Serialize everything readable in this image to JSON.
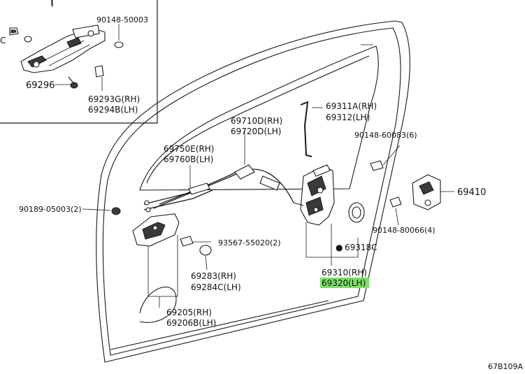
{
  "diagram_code": "67B109A",
  "labels": {
    "p90148_50003": "90148-50003",
    "p69296": "69296",
    "p69293g": "69293G(RH)",
    "p69294b": "69294B(LH)",
    "p69311a": "69311A(RH)",
    "p69312": "69312(LH)",
    "p69710d": "69710D(RH)",
    "p69720d": "69720D(LH)",
    "p90148_60083": "90148-60083(6)",
    "p69750e": "69750E(RH)",
    "p69760b": "69760B(LH)",
    "p69410": "69410",
    "p90189_05003": "90189-05003(2)",
    "p90148_80066": "90148-80066(4)",
    "p93567_55020": "93567-55020(2)",
    "p69318c": "69318C",
    "p69283": "69283(RH)",
    "p69284c": "69284C(LH)",
    "p69310": "69310(RH)",
    "p69320": "69320(LH)",
    "p69205": "69205(RH)",
    "p69206b": "69206B(LH)",
    "inset_c": "C"
  },
  "highlight_color": "#7ddf67",
  "bullet_symbol": "●"
}
